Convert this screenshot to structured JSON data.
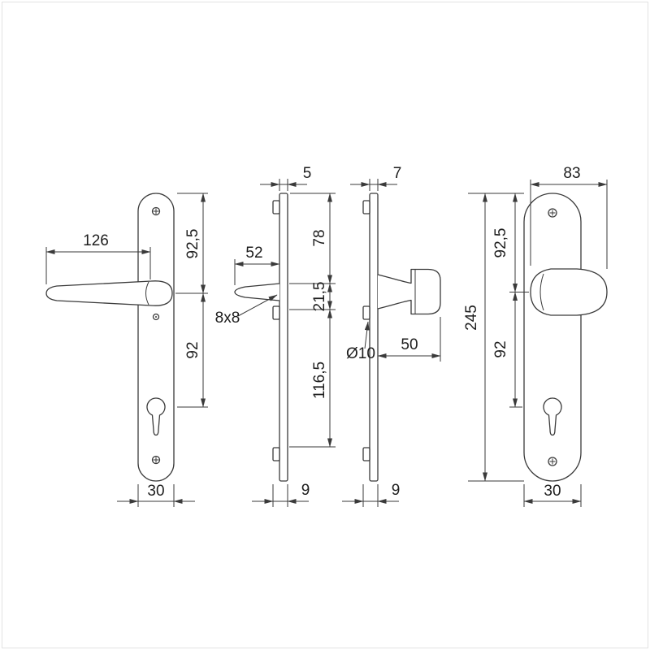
{
  "drawing": {
    "lever_front": {
      "handle_length": "126",
      "top_to_handle_axis": "92,5",
      "handle_axis_to_cylinder": "92",
      "plate_width": "30"
    },
    "lever_side": {
      "plate_thickness": "5",
      "handle_projection": "52",
      "spindle_size": "8x8",
      "top_to_handle": "78",
      "handle_depth": "21,5",
      "handle_to_bottom": "116,5",
      "overall_depth": "9"
    },
    "knob_side": {
      "plate_thickness": "7",
      "spindle_diameter": "Ø10",
      "knob_projection": "50",
      "overall_depth": "9",
      "plate_length": "245"
    },
    "knob_front": {
      "knob_width": "83",
      "top_to_knob_axis": "92,5",
      "knob_axis_to_cylinder": "92",
      "plate_width": "30"
    }
  }
}
